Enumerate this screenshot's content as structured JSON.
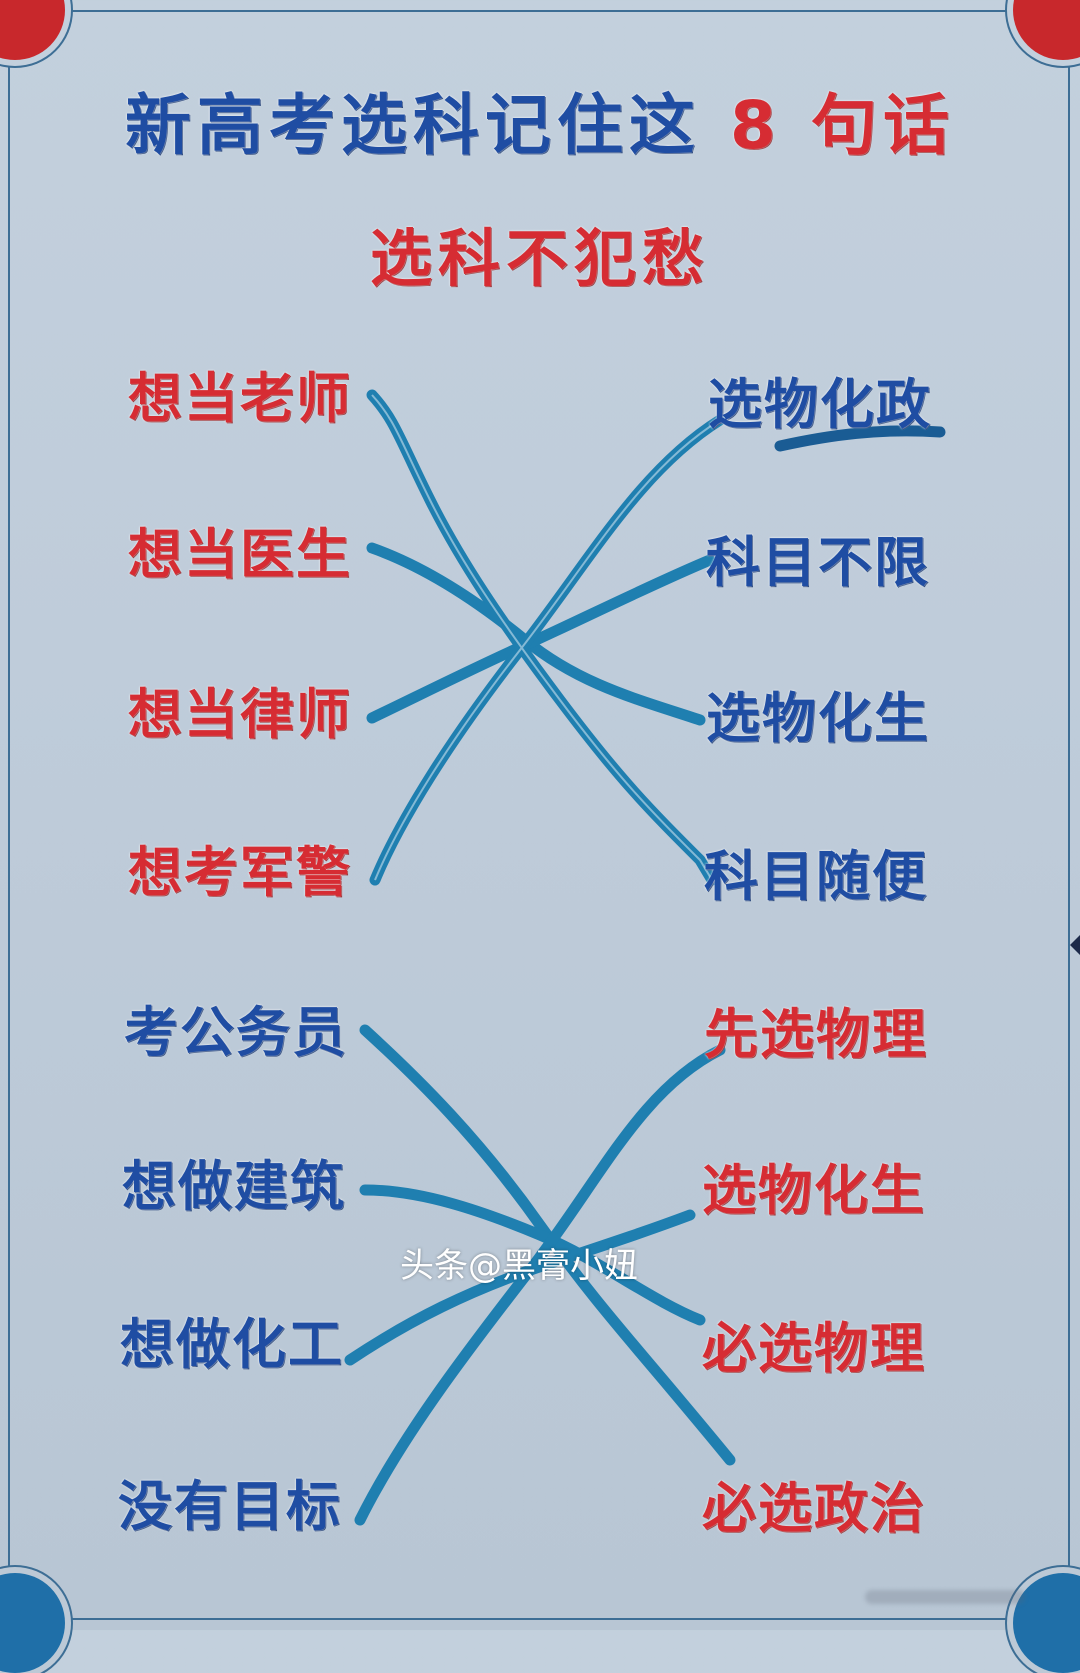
{
  "title": {
    "prefix": "新高考选科记住这",
    "number": "8",
    "suffix": "句话"
  },
  "subtitle": "选科不犯愁",
  "colors": {
    "red": "#d62c33",
    "blue": "#1f4da3",
    "line": "#1f7fb0",
    "background": "#c3d0dd"
  },
  "groups": [
    {
      "left": [
        {
          "text": "想当老师",
          "color": "red"
        },
        {
          "text": "想当医生",
          "color": "red"
        },
        {
          "text": "想当律师",
          "color": "red"
        },
        {
          "text": "想考军警",
          "color": "red"
        }
      ],
      "right": [
        {
          "text": "选物化政",
          "color": "blue"
        },
        {
          "text": "科目不限",
          "color": "blue"
        },
        {
          "text": "选物化生",
          "color": "blue"
        },
        {
          "text": "科目随便",
          "color": "blue"
        }
      ],
      "connections": [
        {
          "from": "想当老师",
          "to": "科目随便"
        },
        {
          "from": "想当医生",
          "to": "选物化生"
        },
        {
          "from": "想当律师",
          "to": "科目不限"
        },
        {
          "from": "想考军警",
          "to": "选物化政"
        }
      ]
    },
    {
      "left": [
        {
          "text": "考公务员",
          "color": "blue"
        },
        {
          "text": "想做建筑",
          "color": "blue"
        },
        {
          "text": "想做化工",
          "color": "blue"
        },
        {
          "text": "没有目标",
          "color": "blue"
        }
      ],
      "right": [
        {
          "text": "先选物理",
          "color": "red"
        },
        {
          "text": "选物化生",
          "color": "red"
        },
        {
          "text": "必选物理",
          "color": "red"
        },
        {
          "text": "必选政治",
          "color": "red"
        }
      ],
      "connections": [
        {
          "from": "考公务员",
          "to": "必选政治"
        },
        {
          "from": "想做建筑",
          "to": "必选物理"
        },
        {
          "from": "想做化工",
          "to": "选物化生"
        },
        {
          "from": "没有目标",
          "to": "先选物理"
        }
      ]
    }
  ],
  "watermark": "头条@黑膏小妞"
}
